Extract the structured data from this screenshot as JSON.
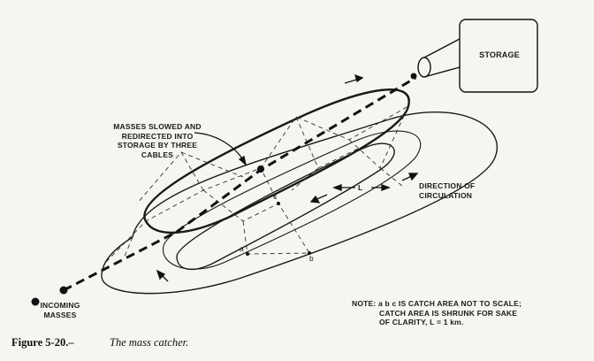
{
  "labels": {
    "storage": "STORAGE",
    "masses_slowed": [
      "MASSES SLOWED AND",
      "REDIRECTED INTO",
      "STORAGE BY THREE",
      "CABLES"
    ],
    "length": "L",
    "direction": [
      "DIRECTION OF",
      "CIRCULATION"
    ],
    "point_a": "a",
    "point_b": "b",
    "point_c": "c",
    "incoming": [
      "INCOMING",
      "MASSES"
    ],
    "note": [
      "NOTE:  a b c IS CATCH AREA NOT TO SCALE;",
      "CATCH AREA IS SHRUNK FOR SAKE",
      "OF CLARITY, L = 1 km."
    ]
  },
  "caption": {
    "number": "Figure 5-20.–",
    "title": "The mass catcher."
  }
}
